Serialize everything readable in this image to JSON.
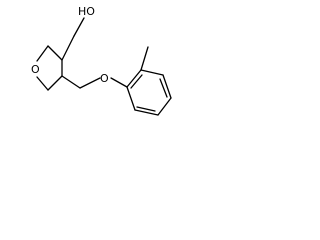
{
  "molecule": {
    "atoms": {
      "oxetane_oxygen": "O",
      "ether_oxygen": "O",
      "hydroxyl": "HO"
    },
    "colors": {
      "bond": "#000000",
      "label": "#000000",
      "background": "#ffffff"
    }
  }
}
